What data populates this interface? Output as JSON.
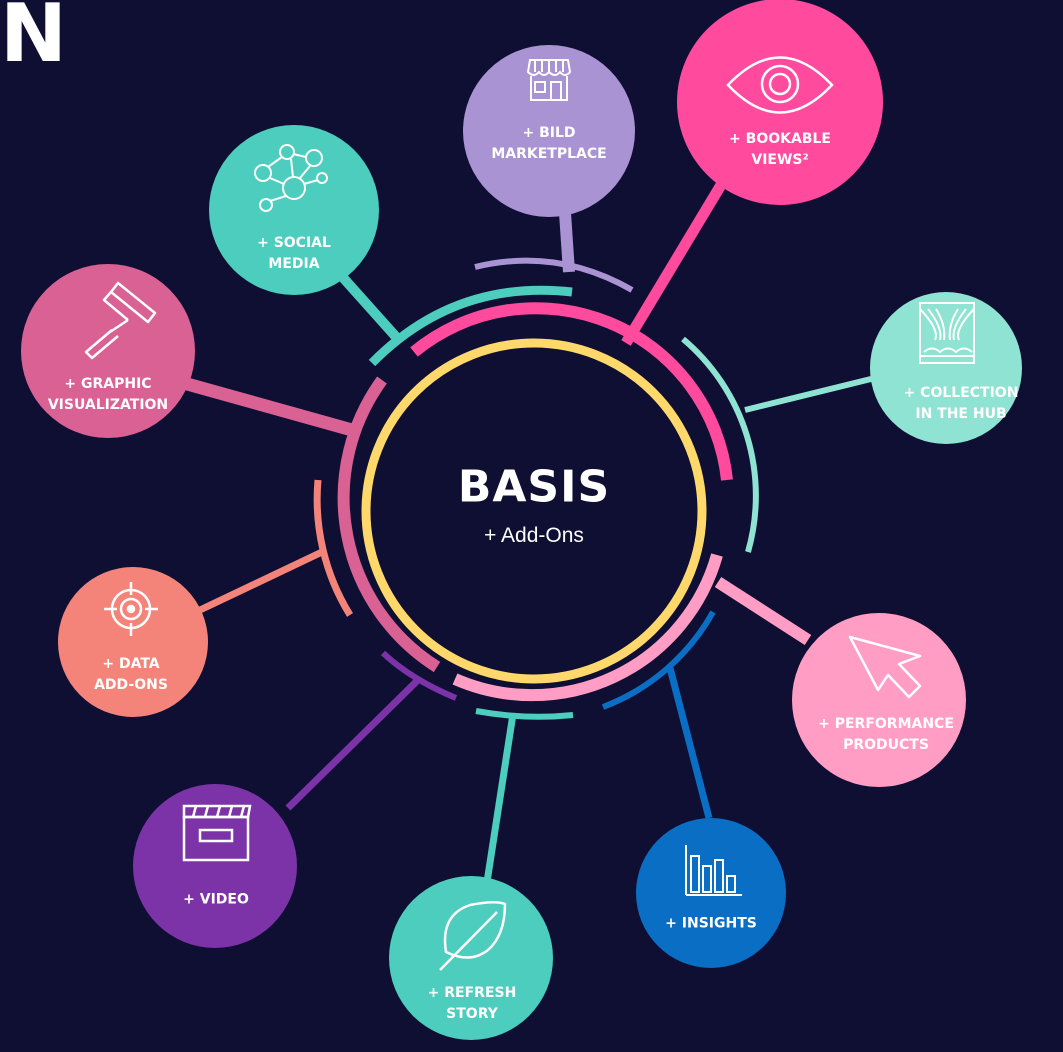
{
  "logo_text": "N",
  "center": {
    "title": "BASIS",
    "subtitle": "+ Add-Ons"
  },
  "nodes": [
    {
      "id": "bild-marketplace",
      "lines": [
        "+ BILD",
        "MARKETPLACE"
      ],
      "color": "#a993d2",
      "icon": "storefront-icon"
    },
    {
      "id": "bookable-views",
      "lines": [
        "+ BOOKABLE",
        "VIEWS²"
      ],
      "color": "#ff4a9e",
      "icon": "eye-icon"
    },
    {
      "id": "social-media",
      "lines": [
        "+ SOCIAL",
        "MEDIA"
      ],
      "color": "#4ccdbd",
      "icon": "network-icon"
    },
    {
      "id": "graphic-visualization",
      "lines": [
        "+ GRAPHIC",
        "VISUALIZATION"
      ],
      "color": "#d96194",
      "icon": "paint-roller-icon"
    },
    {
      "id": "collection-hub",
      "lines": [
        "+ COLLECTION",
        "IN THE HUB"
      ],
      "color": "#8ee3d3",
      "icon": "theater-curtain-icon"
    },
    {
      "id": "data-add-ons",
      "lines": [
        "+ DATA",
        "ADD-ONS"
      ],
      "color": "#f4847a",
      "icon": "target-icon"
    },
    {
      "id": "performance-products",
      "lines": [
        "+ PERFORMANCE",
        "PRODUCTS"
      ],
      "color": "#ff9dc4",
      "icon": "cursor-icon"
    },
    {
      "id": "video",
      "lines": [
        "+ VIDEO"
      ],
      "color": "#7c33a8",
      "icon": "clapperboard-icon"
    },
    {
      "id": "insights",
      "lines": [
        "+ INSIGHTS"
      ],
      "color": "#0a6fc4",
      "icon": "bar-chart-icon"
    },
    {
      "id": "refresh-story",
      "lines": [
        "+ REFRESH",
        "STORY"
      ],
      "color": "#4ccdbd",
      "icon": "leaf-icon"
    }
  ],
  "colors": {
    "background": "#0e0f33",
    "core_ring": "#ffd86b",
    "text": "#ffffff"
  }
}
